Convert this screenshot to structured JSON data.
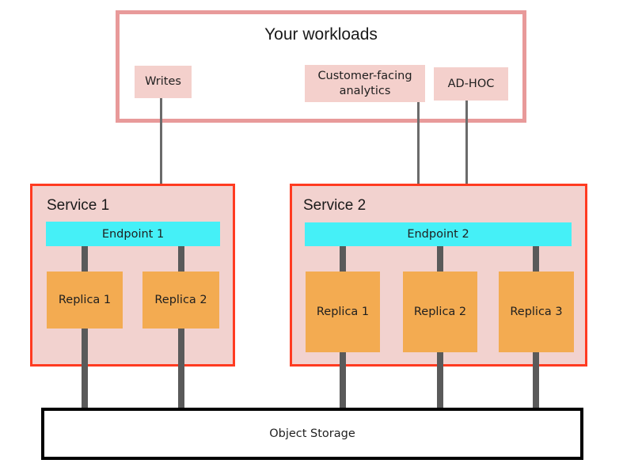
{
  "diagram": {
    "title": "Your workloads",
    "workloads": [
      {
        "id": "writes",
        "label": "Writes"
      },
      {
        "id": "customer-facing-analytics",
        "label": "Customer-facing analytics"
      },
      {
        "id": "ad-hoc",
        "label": "AD-HOC"
      }
    ],
    "services": [
      {
        "id": "service-1",
        "title": "Service 1",
        "endpoint": "Endpoint 1",
        "replicas": [
          "Replica 1",
          "Replica 2"
        ]
      },
      {
        "id": "service-2",
        "title": "Service 2",
        "endpoint": "Endpoint 2",
        "replicas": [
          "Replica 1",
          "Replica 2",
          "Replica 3"
        ]
      }
    ],
    "storage": {
      "label": "Object Storage"
    },
    "colors": {
      "workloads_border": "#e89a9a",
      "chip_fill": "#f4d0cc",
      "service_border": "#ff3b21",
      "service_fill": "#f2d2cf",
      "endpoint_fill": "#45f0f7",
      "replica_fill": "#f3ab51",
      "storage_border": "#000000",
      "connector": "#5a5a5a",
      "arrow": "#6b6b6b"
    }
  }
}
